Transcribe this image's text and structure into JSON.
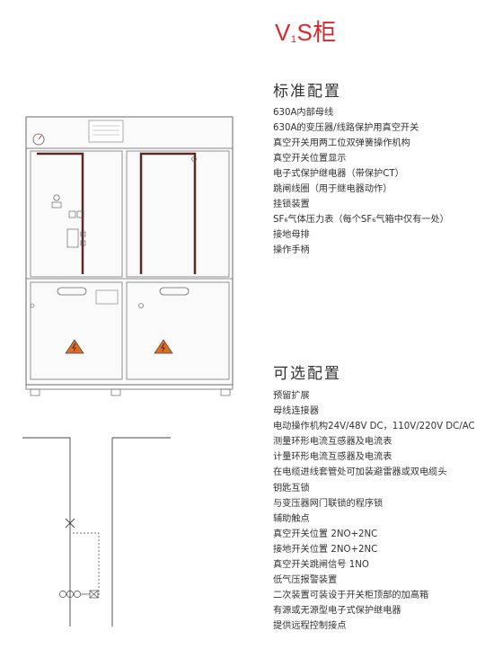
{
  "title": {
    "main": "V",
    "sub": "1",
    "rest": "S柜"
  },
  "standard": {
    "heading": "标准配置",
    "items": [
      "630A内部母线",
      "630A的变压器/线路保护用真空开关",
      "真空开关用两工位双弹簧操作机构",
      "真空开关位置显示",
      "电子式保护继电器（带保护CT）",
      "跳闸线圈（用于继电器动作）",
      "挂锁装置",
      "SF₆气体压力表（每个SF₆气箱中仅有一处）",
      "接地母排",
      "操作手柄"
    ]
  },
  "optional": {
    "heading": "可选配置",
    "items": [
      "预留扩展",
      "母线连接器",
      "电动操作机构24V/48V DC，110V/220V DC/AC",
      "测量环形电流互感器及电流表",
      "计量环形电流互感器及电流表",
      "在电缆进线套管处可加装避雷器或双电缆头",
      "钥匙互锁",
      "与变压器网门联锁的程序锁",
      "辅助触点",
      "真空开关位置 2NO+2NC",
      "接地开关位置 2NO+2NC",
      "真空开关跳闸信号 1NO",
      "低气压报警装置",
      "二次装置可装设于开关柜顶部的加高箱",
      "有源或无源型电子式保护继电器",
      "提供远程控制接点"
    ]
  },
  "colors": {
    "title": "#d8282e",
    "line": "#6a6a6a",
    "accent": "#c23a2a",
    "warning": "#e26a1c"
  },
  "icons": [
    "cabinet-front-view",
    "pressure-gauge-icon",
    "warning-lightning-icon",
    "single-line-diagram"
  ]
}
